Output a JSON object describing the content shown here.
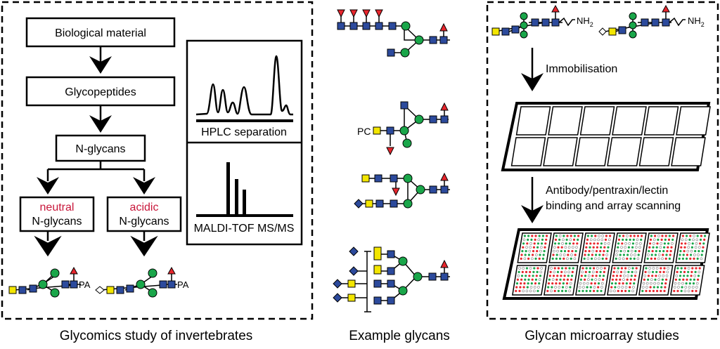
{
  "panels": {
    "left": {
      "caption": "Glycomics study of invertebrates",
      "flow": {
        "bio": "Biological material",
        "glyco": "Glycopeptides",
        "nglycans": "N-glycans",
        "neutral_top": "neutral",
        "neutral_bottom": "N-glycans",
        "acidic_top": "acidic",
        "acidic_bottom": "N-glycans"
      },
      "hplc_label": "HPLC separation",
      "maldi_label": "MALDI-TOF MS/MS",
      "pa_label_1": "PA",
      "pa_label_2": "PA"
    },
    "middle": {
      "caption": "Example glycans",
      "pc_label": "PC"
    },
    "right": {
      "caption": "Glycan microarray studies",
      "nh2_label_1": "NH",
      "nh2_sub_1": "2",
      "nh2_label_2": "NH",
      "nh2_sub_2": "2",
      "step1": "Immobilisation",
      "step2_line1": "Antibody/pentraxin/lectin",
      "step2_line2": "binding and array scanning"
    }
  },
  "colors": {
    "glcnac": "#2c4a9c",
    "mannose": "#1aa64a",
    "fucose": "#e8262d",
    "galactose": "#f3e600",
    "highlight_red": "#c8163a",
    "dot_white": "#ffffff"
  }
}
